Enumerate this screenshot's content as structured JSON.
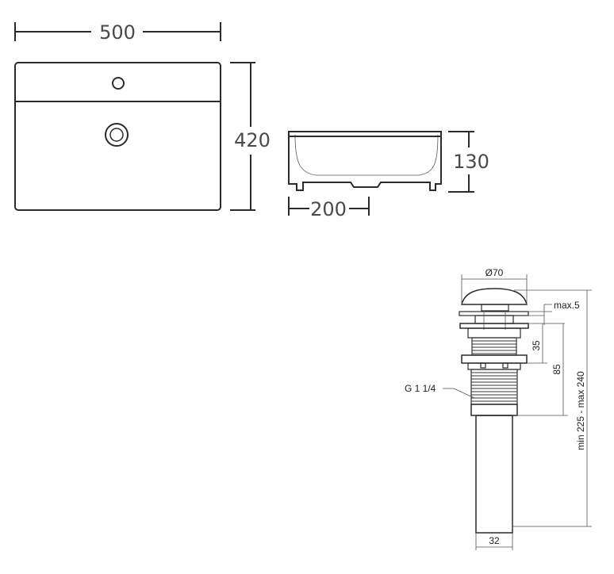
{
  "basin": {
    "width_label": "500",
    "depth_label": "420",
    "height_label": "130",
    "side_width_label": "200"
  },
  "drain": {
    "cap_diameter_label": "Ø70",
    "max_label": "max.5",
    "dim_35_label": "35",
    "dim_85_label": "85",
    "total_label": "min 225 - max 240",
    "thread_label": "G 1 1/4",
    "pipe_label": "32"
  }
}
